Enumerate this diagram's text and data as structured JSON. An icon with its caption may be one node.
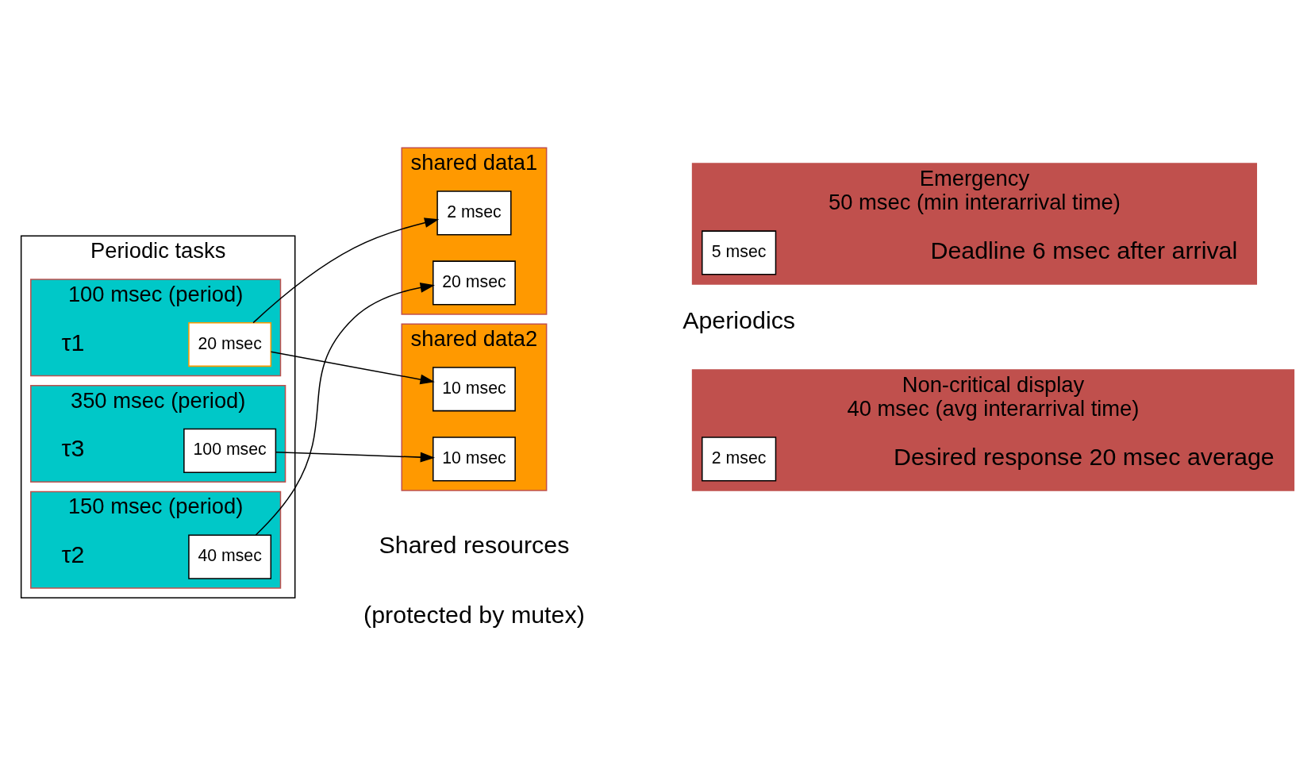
{
  "diagram": {
    "nodes": [
      {
        "text": [
          "Periodic tasks"
        ]
      },
      {
        "text": [
          "100 msec (period)"
        ],
        "beside": [
          "τ1"
        ],
        "in": 0
      },
      {
        "text": [
          "20 msec"
        ],
        "in": 1
      },
      {
        "text": [
          "150 msec (period)"
        ],
        "beside": [
          "τ2"
        ],
        "in": 0
      },
      {
        "text": [
          "40 msec"
        ],
        "in": 3
      },
      {
        "text": [
          "350 msec (period)"
        ],
        "beside": [
          "τ3"
        ],
        "in": 0
      },
      {
        "text": [
          "100 msec"
        ],
        "in": 5
      },
      {
        "text": [
          "shared data1"
        ]
      },
      {
        "text": [
          "2 msec"
        ],
        "in": 7
      },
      {
        "text": [
          "20 msec"
        ],
        "in": 7
      },
      {
        "text": [
          "shared data2"
        ]
      },
      {
        "text": [
          "10 msec"
        ],
        "in": 10
      },
      {
        "text": [
          "10 msec"
        ],
        "in": 10
      },
      {
        "text": [
          "Emergency",
          "50 msec (min interarrival time)"
        ],
        "beside": [
          "Deadline 6 msec after arrival"
        ]
      },
      {
        "text": [
          "5 msec"
        ],
        "in": 13
      },
      {
        "text": [
          "Non-critical display",
          "40 msec (avg interarrival time)"
        ],
        "beside": [
          "Desired response 20 msec average"
        ]
      },
      {
        "text": [
          "2 msec"
        ],
        "in": 15
      }
    ],
    "edges": [
      {
        "from": 2,
        "to": 8,
        "arrow": "to"
      },
      {
        "from": 2,
        "to": 11,
        "arrow": "to"
      },
      {
        "from": 4,
        "to": 9,
        "arrow": "to"
      },
      {
        "from": 6,
        "to": 12,
        "arrow": "to"
      }
    ],
    "labels": [
      "Shared resources",
      "(protected by mutex)",
      "Aperiodics"
    ]
  }
}
